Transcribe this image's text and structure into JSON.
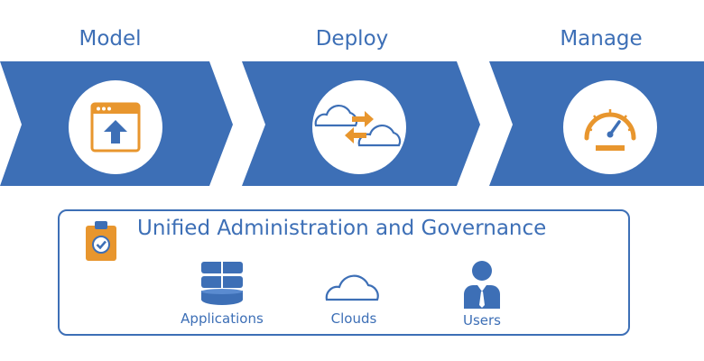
{
  "stages": [
    {
      "title": "Model",
      "icon": "window-upload-icon"
    },
    {
      "title": "Deploy",
      "icon": "cloud-sync-icon"
    },
    {
      "title": "Manage",
      "icon": "speedometer-icon"
    }
  ],
  "governance": {
    "title": "Unified Administration and Governance",
    "icon": "clipboard-check-icon",
    "items": [
      {
        "label": "Applications",
        "icon": "database-icon"
      },
      {
        "label": "Clouds",
        "icon": "cloud-icon"
      },
      {
        "label": "Users",
        "icon": "user-icon"
      }
    ]
  },
  "colors": {
    "primary_blue": "#3d6fb6",
    "accent_orange": "#e8962e",
    "background": "#ffffff"
  }
}
